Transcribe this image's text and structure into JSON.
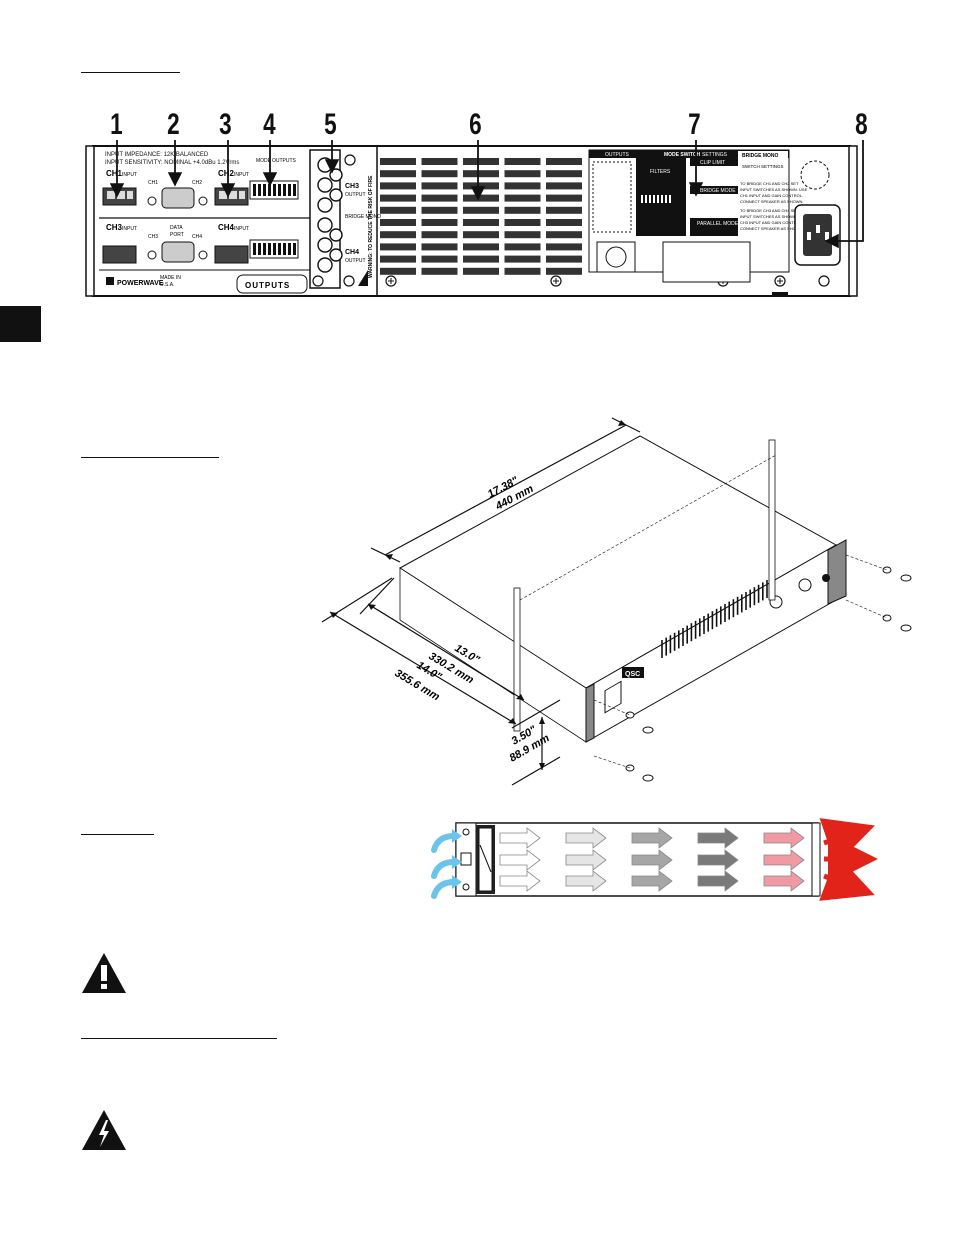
{
  "callouts": [
    "1",
    "2",
    "3",
    "4",
    "5",
    "6",
    "7",
    "8"
  ],
  "rear_panel": {
    "input_info_line1": "INPUT IMPEDANCE: 12K BALANCED",
    "input_info_line2": "INPUT SENSITIVITY: NOMINAL +4.0dBu 1.2Vrms",
    "ch1_label": "CH1",
    "ch1_input": "INPUT",
    "ch2_label": "CH2",
    "ch2_input": "INPUT",
    "ch3_label": "CH3",
    "ch3_input": "INPUT",
    "ch4_label": "CH4",
    "ch4_input": "INPUT",
    "data_label": "DATA",
    "port_label": "PORT",
    "dsub_ch1": "CH1",
    "dsub_ch2": "CH2",
    "dsub_ch3": "CH3",
    "dsub_ch4": "CH4",
    "mode_label": "MODE",
    "outputs_label": "OUTPUTS",
    "out_ch3": "CH3",
    "out_output": "OUTPUT",
    "bridge_mono": "BRIDGE MONO",
    "out_ch4": "CH4",
    "out_output2": "OUTPUT",
    "warning_text": "WARNING: TO REDUCE THE RISK OF FIRE",
    "brand": "POWERWAVE",
    "made_in": "MADE IN",
    "usa": "U.S.A.",
    "outputs_bottom": "OUTPUTS",
    "label_outputs": "OUTPUTS",
    "label_mode_switch": "MODE SWITCH",
    "label_settings": "SETTINGS",
    "label_bridge_mono": "BRIDGE MONO",
    "label_filters": "FILTERS",
    "label_parallel_mode": "PARALLEL MODE",
    "label_bridge_mode": "BRIDGE MODE",
    "label_clip_limit": "CLIP LIMIT",
    "label_switch_settings": "SWITCH SETTINGS",
    "bridge_note_1": "TO BRIDGE CH1 AND CH2 SET",
    "bridge_note_2": "INPUT SWITCHES AS SHOWN. USE",
    "bridge_note_3": "CH1 INPUT AND GAIN CONTROL.",
    "bridge_note_4": "CONNECT SPEAKER AS SHOWN.",
    "bridge_note_5": "TO BRIDGE CH3 AND CH4 SET",
    "bridge_note_6": "INPUT SWITCHES AS SHOWN. USE",
    "bridge_note_7": "CH3 INPUT AND GAIN CONTROL.",
    "bridge_note_8": "CONNECT SPEAKER AS SHOWN."
  },
  "dimensions": {
    "depth_in": "17.38\"",
    "depth_mm": "440 mm",
    "rail_in": "13.0\"",
    "rail_mm": "330.2 mm",
    "body_in": "14.0\"",
    "body_mm": "355.6 mm",
    "height_in": "3.50\"",
    "height_mm": "88.9 mm",
    "front_brand": "QSC"
  },
  "colors": {
    "ink": "#111111",
    "airflow_in": "#6cc4ec",
    "airflow_out": "#e2231a",
    "arrow_hot": "#f29aa3"
  },
  "icons": [
    "caution-triangle-icon",
    "shock-hazard-icon"
  ]
}
